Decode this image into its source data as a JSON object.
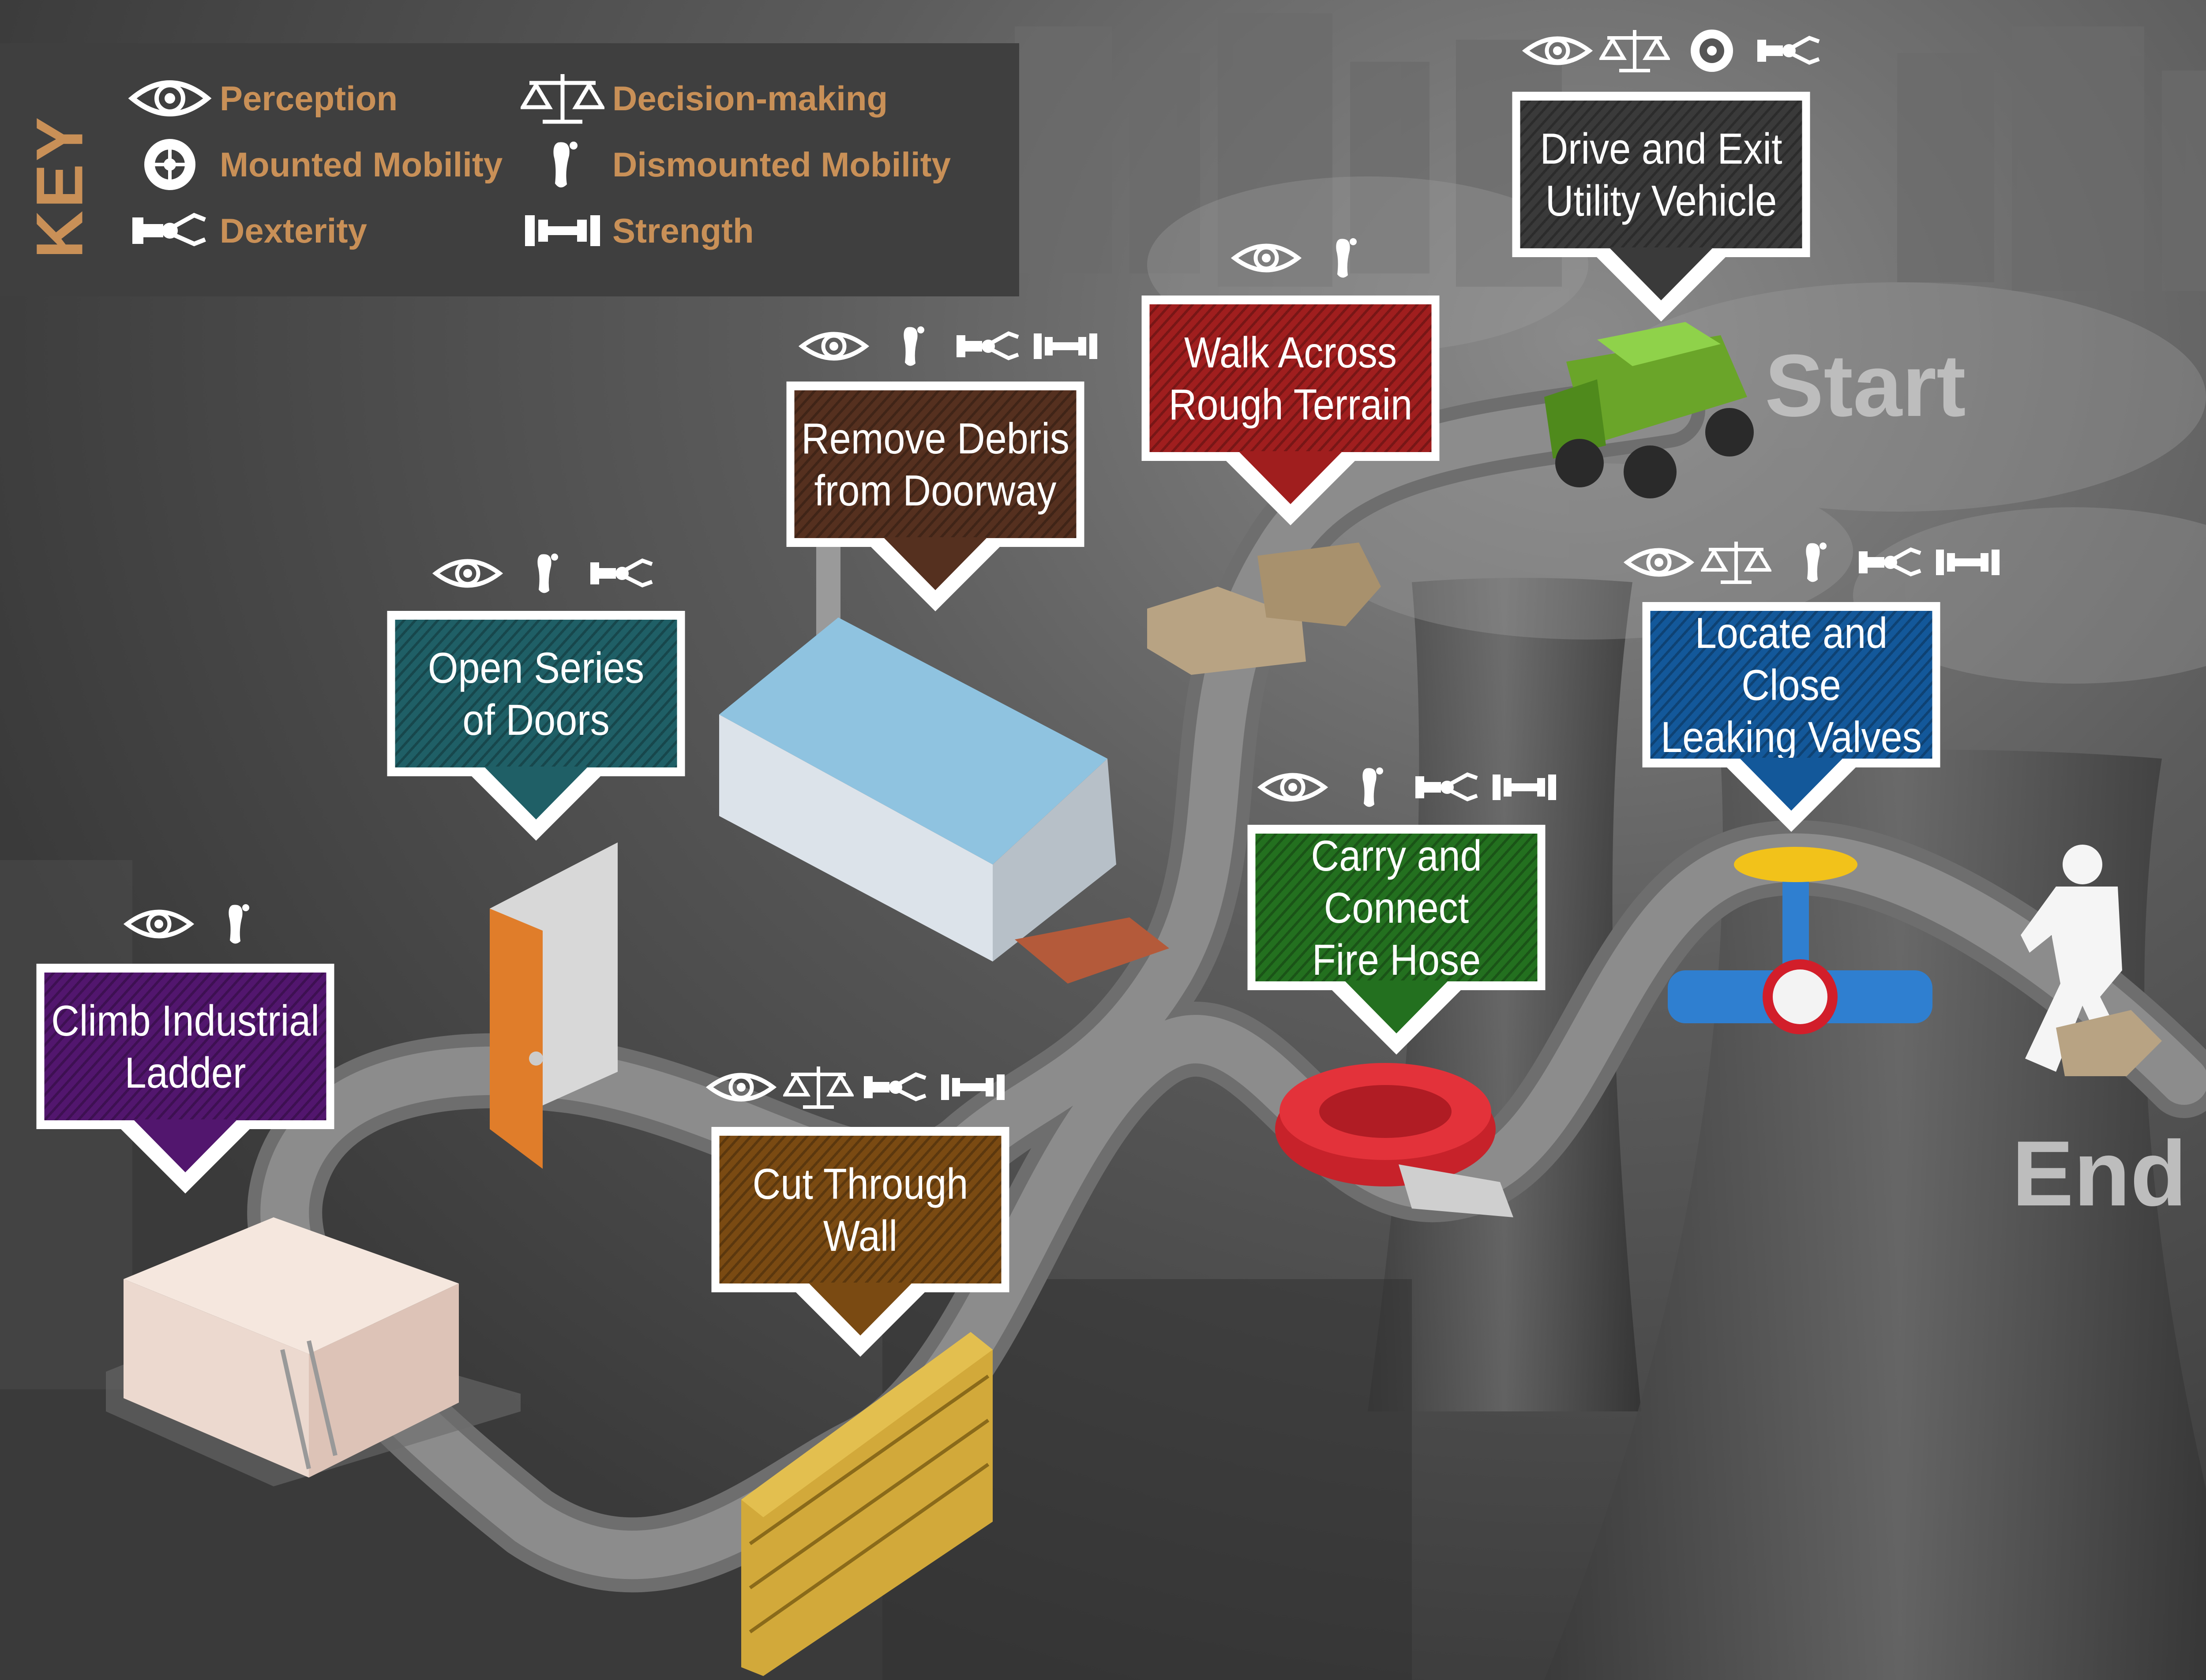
{
  "key": {
    "title": "KEY",
    "items": [
      {
        "icon": "eye-icon",
        "label": "Perception"
      },
      {
        "icon": "balance-scale-icon",
        "label": "Decision-making"
      },
      {
        "icon": "wheel-icon",
        "label": "Mounted Mobility"
      },
      {
        "icon": "footprint-icon",
        "label": "Dismounted Mobility"
      },
      {
        "icon": "robot-arm-icon",
        "label": "Dexterity"
      },
      {
        "icon": "dumbbell-icon",
        "label": "Strength"
      }
    ]
  },
  "labels": {
    "start": "Start",
    "end": "End"
  },
  "tasks": [
    {
      "id": "drive",
      "title": "Drive and Exit\nUtility Vehicle",
      "color": "#3a3a3a",
      "icons": [
        "eye-icon",
        "balance-scale-icon",
        "wheel-icon",
        "robot-arm-icon"
      ]
    },
    {
      "id": "walk",
      "title": "Walk Across\nRough Terrain",
      "color": "#a01e1e",
      "icons": [
        "eye-icon",
        "footprint-icon"
      ]
    },
    {
      "id": "debris",
      "title": "Remove Debris\nfrom Doorway",
      "color": "#55301f",
      "icons": [
        "eye-icon",
        "footprint-icon",
        "robot-arm-icon",
        "dumbbell-icon"
      ]
    },
    {
      "id": "doors",
      "title": "Open Series\nof Doors",
      "color": "#1f5f66",
      "icons": [
        "eye-icon",
        "footprint-icon",
        "robot-arm-icon"
      ]
    },
    {
      "id": "ladder",
      "title": "Climb Industrial\nLadder",
      "color": "#52166e",
      "icons": [
        "eye-icon",
        "footprint-icon"
      ]
    },
    {
      "id": "wall",
      "title": "Cut Through\nWall",
      "color": "#7a4a12",
      "icons": [
        "eye-icon",
        "balance-scale-icon",
        "robot-arm-icon",
        "dumbbell-icon"
      ]
    },
    {
      "id": "hose",
      "title": "Carry and Connect\nFire Hose",
      "color": "#23701f",
      "icons": [
        "eye-icon",
        "footprint-icon",
        "robot-arm-icon",
        "dumbbell-icon"
      ]
    },
    {
      "id": "valves",
      "title": "Locate and Close\nLeaking Valves",
      "color": "#13589a",
      "icons": [
        "eye-icon",
        "balance-scale-icon",
        "footprint-icon",
        "robot-arm-icon",
        "dumbbell-icon"
      ]
    }
  ]
}
